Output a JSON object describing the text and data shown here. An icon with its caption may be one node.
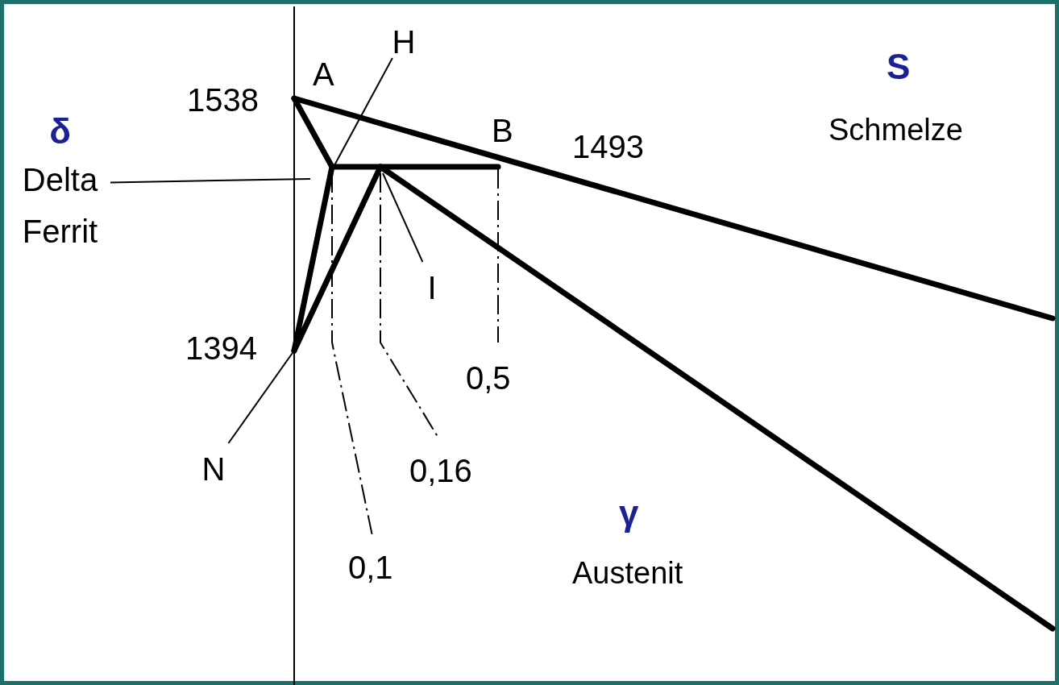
{
  "diagram": {
    "nodes": [
      {
        "text": [
          "δ",
          "Delta Ferrit"
        ]
      },
      {
        "text": [
          "H"
        ]
      },
      {
        "text": [
          "I"
        ]
      },
      {
        "text": [
          "N"
        ]
      }
    ],
    "edges": [
      {
        "from": 0,
        "to": null,
        "arrow": "none"
      },
      {
        "from": 1,
        "to": null,
        "arrow": "none"
      },
      {
        "from": 2,
        "to": null,
        "arrow": "none"
      },
      {
        "from": 3,
        "to": null,
        "arrow": "none"
      }
    ],
    "labels": [
      "1538",
      "A",
      "B",
      "1493",
      "S",
      "Schmelze",
      "1394",
      "0,5",
      "0,16",
      "0,1",
      "γ",
      "Austenit"
    ]
  }
}
